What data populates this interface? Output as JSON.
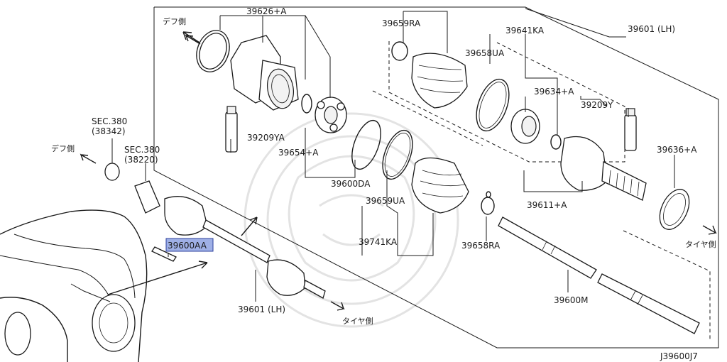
{
  "labels": {
    "p39626A": "39626+A",
    "p39659RA": "39659RA",
    "p39641KA": "39641KA",
    "p39601LH_top": "39601 (LH)",
    "p39658UA": "39658UA",
    "p39634A": "39634+A",
    "p39209Y": "39209Y",
    "p39636A": "39636+A",
    "p39209YA": "39209YA",
    "p39654A": "39654+A",
    "p39600DA": "39600DA",
    "p39659UA": "39659UA",
    "p39611A": "39611+A",
    "p39741KA": "39741KA",
    "p39658RA": "39658RA",
    "p39600M": "39600M",
    "p39601LH_bottom": "39601 (LH)",
    "p39600AA": "39600AA",
    "sec380a": "SEC.380",
    "sec380a_sub": "(38342)",
    "sec380b": "SEC.380",
    "sec380b_sub": "(38220)",
    "diff_side_top": "デフ側",
    "diff_side_left": "デフ側",
    "tire_side_right": "タイヤ側",
    "tire_side_bottom": "タイヤ側"
  },
  "footer": {
    "diagram_code": "J39600J7"
  },
  "colors": {
    "line": "#1a1a1a",
    "highlight_fill": "#9fb0e6",
    "highlight_border": "#2b3f9c"
  }
}
